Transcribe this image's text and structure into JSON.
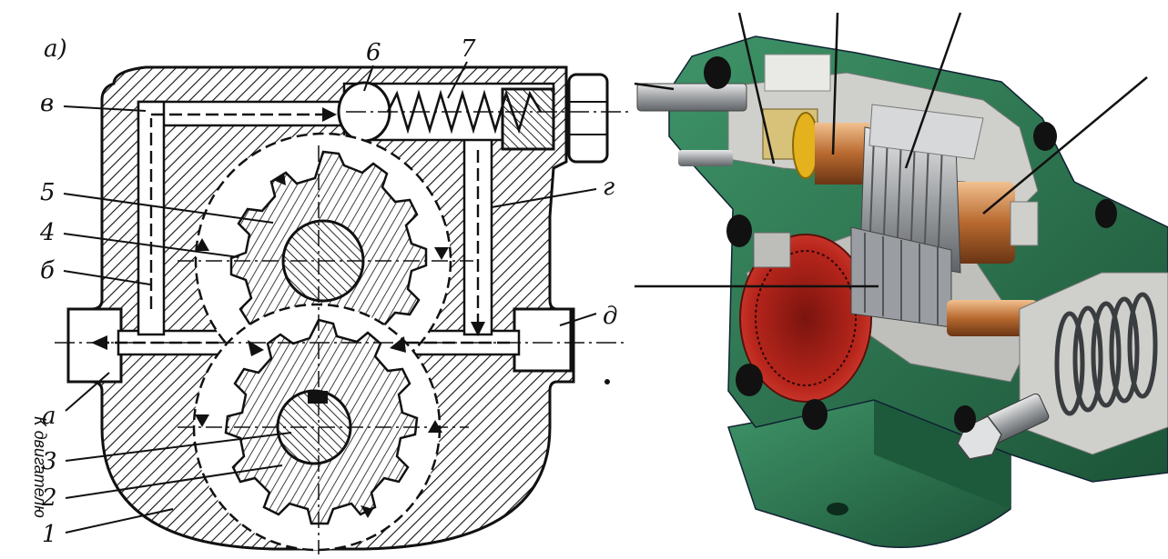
{
  "diagram": {
    "panel_label": "а)",
    "side_caption": "К двигателю",
    "number_labels": {
      "n1": "1",
      "n2": "2",
      "n3": "3",
      "n4": "4",
      "n5": "5",
      "n6": "6",
      "n7": "7"
    },
    "letter_labels": {
      "a": "а",
      "b": "б",
      "v": "в",
      "g": "г",
      "d": "д"
    }
  },
  "colors": {
    "ink": "#111111",
    "housing_green": "#2f7d57",
    "housing_dark": "#1d5a3c",
    "cut_gray": "#c9c9c6",
    "bore_red": "#b8261c",
    "gear_steel": "#a7a9ab",
    "bushing_copper": "#b86a35",
    "seal_yellow": "#e3b21c",
    "bolt_black": "#111111"
  }
}
